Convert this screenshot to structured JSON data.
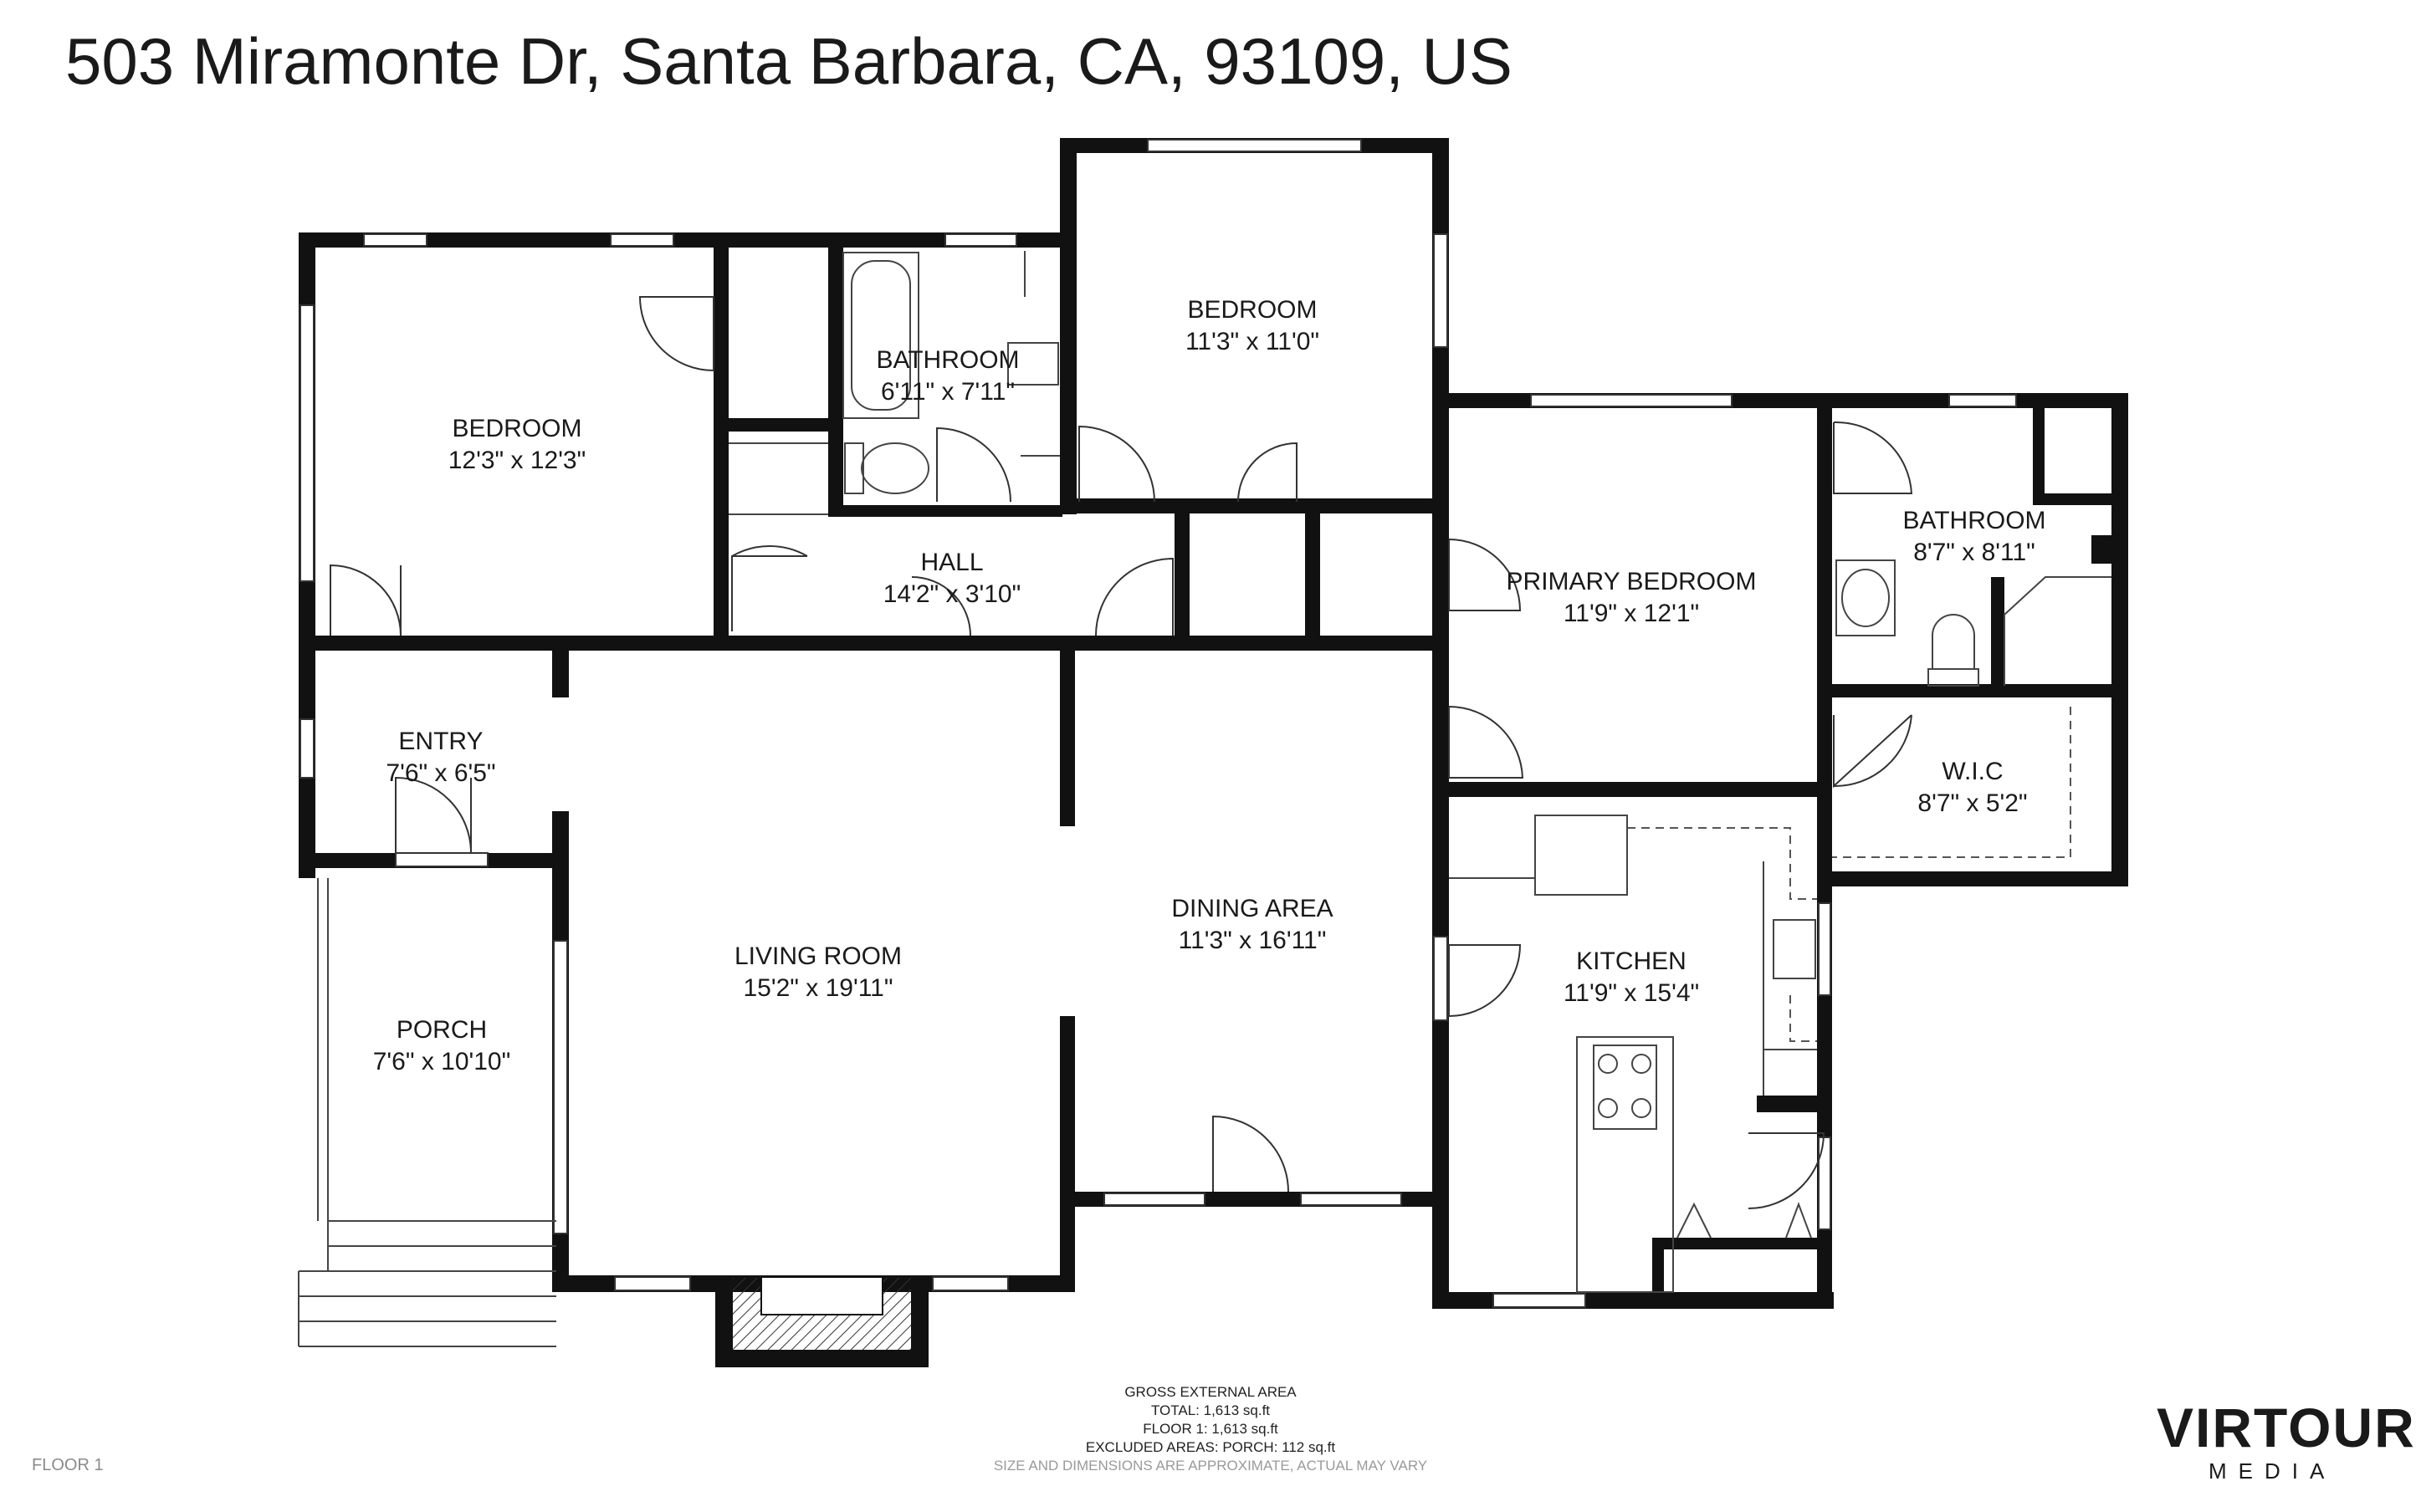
{
  "address": "503 Miramonte Dr, Santa Barbara, CA, 93109, US",
  "rooms": [
    {
      "name": "BEDROOM",
      "dims": "12'3\" x 12'3\""
    },
    {
      "name": "BATHROOM",
      "dims": "6'11\" x 7'11\""
    },
    {
      "name": "BEDROOM",
      "dims": "11'3\" x 11'0\""
    },
    {
      "name": "HALL",
      "dims": "14'2\" x 3'10\""
    },
    {
      "name": "PRIMARY BEDROOM",
      "dims": "11'9\" x 12'1\""
    },
    {
      "name": "BATHROOM",
      "dims": "8'7\" x 8'11\""
    },
    {
      "name": "ENTRY",
      "dims": "7'6\" x 6'5\""
    },
    {
      "name": "W.I.C",
      "dims": "8'7\" x 5'2\""
    },
    {
      "name": "DINING AREA",
      "dims": "11'3\" x 16'11\""
    },
    {
      "name": "LIVING ROOM",
      "dims": "15'2\" x 19'11\""
    },
    {
      "name": "KITCHEN",
      "dims": "11'9\" x 15'4\""
    },
    {
      "name": "PORCH",
      "dims": "7'6\" x 10'10\""
    }
  ],
  "area_summary": {
    "heading": "GROSS EXTERNAL AREA",
    "total": "TOTAL: 1,613 sq.ft",
    "floor1": "FLOOR 1: 1,613 sq.ft",
    "excluded": "EXCLUDED AREAS: PORCH: 112 sq.ft",
    "disclaimer": "SIZE AND DIMENSIONS ARE APPROXIMATE, ACTUAL MAY VARY"
  },
  "floor_label": "FLOOR 1",
  "logo": {
    "main": "VIRTOUR",
    "sub": "MEDIA"
  }
}
